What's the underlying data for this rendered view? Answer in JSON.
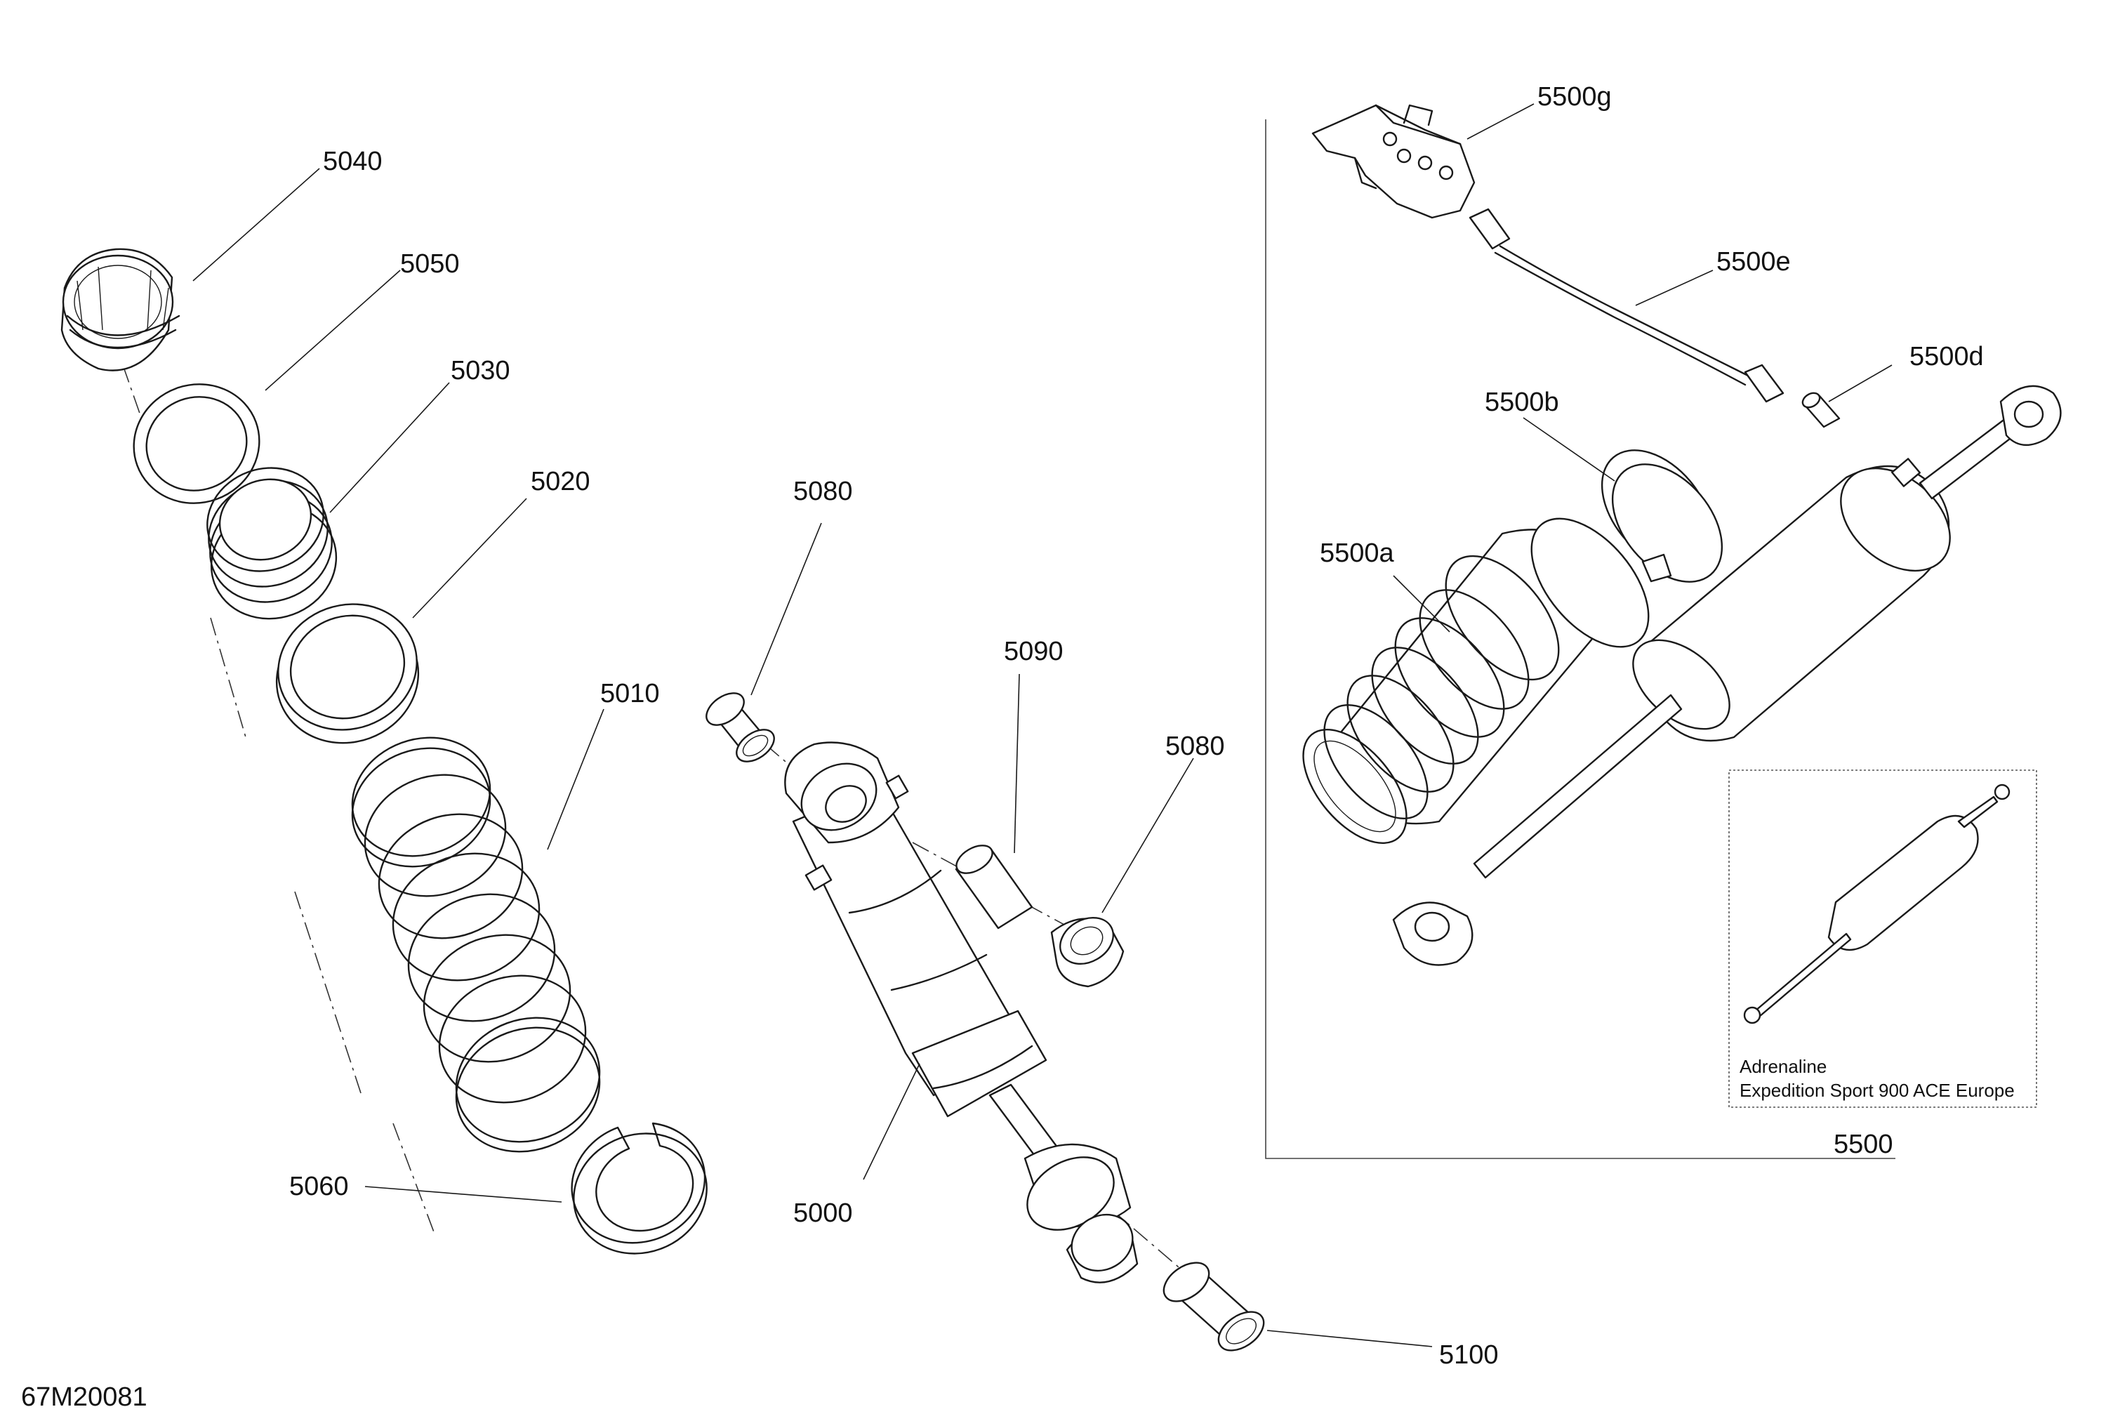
{
  "diagram_id": "67M20081",
  "callouts": {
    "c5040": "5040",
    "c5050": "5050",
    "c5030": "5030",
    "c5020": "5020",
    "c5010": "5010",
    "c5060": "5060",
    "c5080_upper": "5080",
    "c5080_right": "5080",
    "c5090": "5090",
    "c5000": "5000",
    "c5100": "5100",
    "c5500": "5500",
    "c5500a": "5500a",
    "c5500b": "5500b",
    "c5500d": "5500d",
    "c5500e": "5500e",
    "c5500g": "5500g"
  },
  "inset": {
    "line1": "Adrenaline",
    "line2": "Expedition Sport 900 ACE Europe"
  },
  "colors": {
    "line": "#1a1a1a",
    "background": "#ffffff"
  }
}
